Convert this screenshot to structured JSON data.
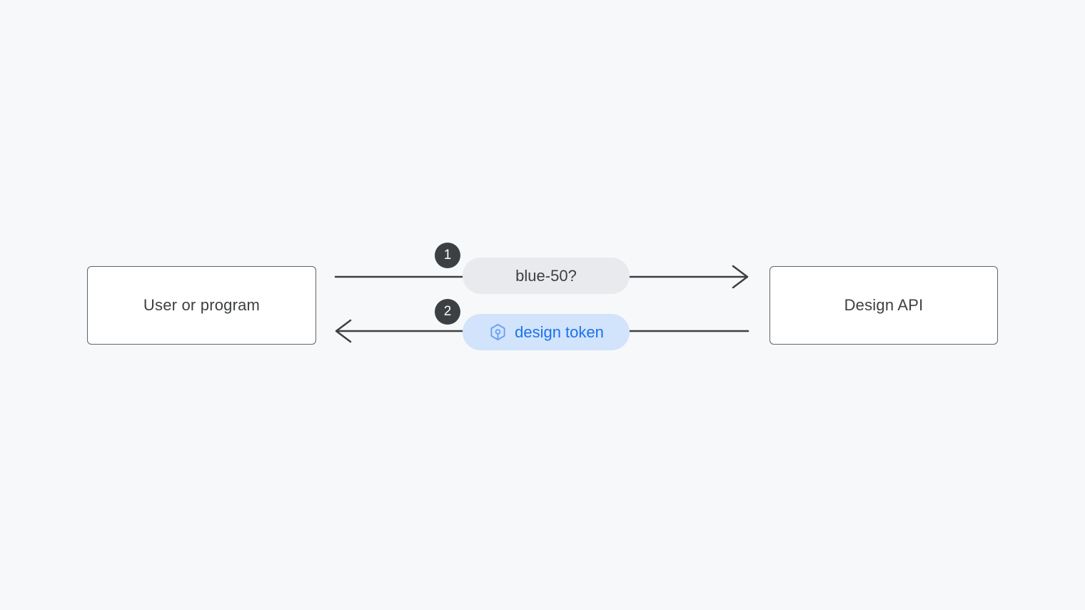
{
  "diagram": {
    "nodes": {
      "left": {
        "label": "User or program"
      },
      "right": {
        "label": "Design API"
      }
    },
    "flows": [
      {
        "step": "1",
        "label": "blue-50?",
        "direction": "right",
        "from": "left",
        "to": "right"
      },
      {
        "step": "2",
        "label": "design token",
        "direction": "left",
        "from": "right",
        "to": "left",
        "icon": "token-icon"
      }
    ],
    "colors": {
      "canvas_bg": "#f7f8fa",
      "node_bg": "#ffffff",
      "node_border": "#5f6368",
      "node_text": "#3c4043",
      "arrow": "#3c4043",
      "badge_bg": "#3c4043",
      "badge_text": "#ffffff",
      "request_pill_bg": "#e9eaed",
      "request_pill_text": "#3c4043",
      "token_pill_bg": "#d2e3fc",
      "token_pill_text": "#1a73e8",
      "token_icon_stroke": "#669df6"
    }
  }
}
